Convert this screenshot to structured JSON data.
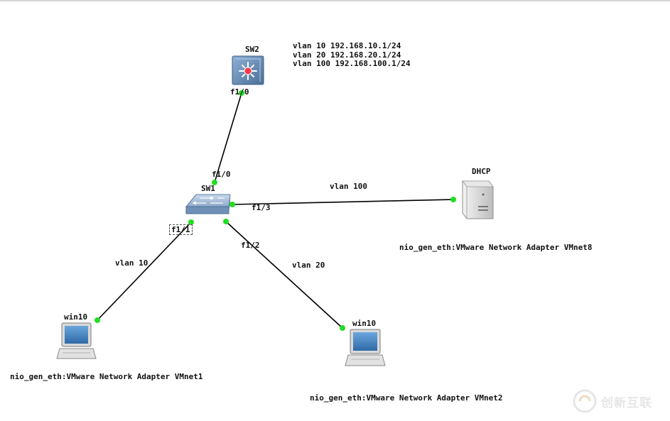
{
  "topology": {
    "devices": {
      "sw2": {
        "label": "SW2"
      },
      "sw1": {
        "label": "SW1"
      },
      "dhcp": {
        "label": "DHCP",
        "adapter": "nio_gen_eth:VMware Network Adapter VMnet8"
      },
      "pc1": {
        "label": "win10",
        "adapter": "nio_gen_eth:VMware Network Adapter VMnet1"
      },
      "pc2": {
        "label": "win10",
        "adapter": "nio_gen_eth:VMware Network Adapter VMnet2"
      }
    },
    "interfaces": {
      "sw2_f10": "f1/0",
      "sw1_f10": "f1/0",
      "sw1_f11": "f1/1",
      "sw1_f12": "f1/2",
      "sw1_f13": "f1/3"
    },
    "links": {
      "sw1_dhcp": "vlan 100",
      "sw1_pc1": "vlan 10",
      "sw1_pc2": "vlan 20"
    },
    "note": [
      "vlan 10 192.168.10.1/24",
      "vlan 20 192.168.20.1/24",
      "vlan 100 192.168.100.1/24"
    ]
  },
  "watermark": {
    "text": "创新互联"
  },
  "colors": {
    "link": "#000000",
    "port_up": "#22dd22",
    "switch_l3": "#5a7fa8",
    "switch_l2": "#7d9cbf",
    "router_core": "#ff3344"
  }
}
